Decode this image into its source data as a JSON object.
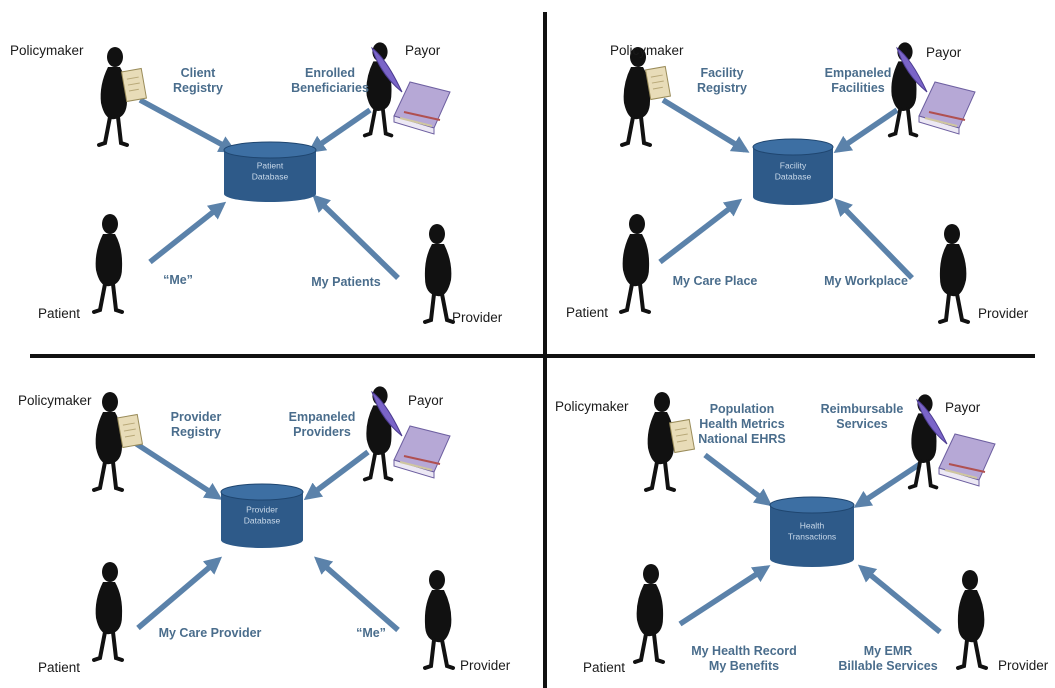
{
  "roles": {
    "policymaker": "Policymaker",
    "payor": "Payor",
    "patient": "Patient",
    "provider": "Provider"
  },
  "quadrants": [
    {
      "database": [
        "Patient",
        "Database"
      ],
      "policymaker_label": [
        "Client",
        "Registry"
      ],
      "payor_label": [
        "Enrolled",
        "Beneficiaries"
      ],
      "patient_label": [
        "“Me”"
      ],
      "provider_label": [
        "My Patients"
      ]
    },
    {
      "database": [
        "Facility",
        "Database"
      ],
      "policymaker_label": [
        "Facility",
        "Registry"
      ],
      "payor_label": [
        "Empaneled",
        "Facilities"
      ],
      "patient_label": [
        "My Care Place"
      ],
      "provider_label": [
        "My Workplace"
      ]
    },
    {
      "database": [
        "Provider",
        "Database"
      ],
      "policymaker_label": [
        "Provider",
        "Registry"
      ],
      "payor_label": [
        "Empaneled",
        "Providers"
      ],
      "patient_label": [
        "My Care Provider"
      ],
      "provider_label": [
        "“Me”"
      ]
    },
    {
      "database": [
        "Health",
        "Transactions"
      ],
      "policymaker_label": [
        "Population",
        "Health Metrics",
        "National EHRS"
      ],
      "payor_label": [
        "Reimbursable",
        "Services"
      ],
      "patient_label": [
        "My Health Record",
        "My Benefits"
      ],
      "provider_label": [
        "My EMR",
        "Billable Services"
      ]
    }
  ],
  "colors": {
    "arrow": "#5b82aa",
    "database": "#2e5a89",
    "label": "#4a6d8c",
    "divider": "#111111"
  }
}
